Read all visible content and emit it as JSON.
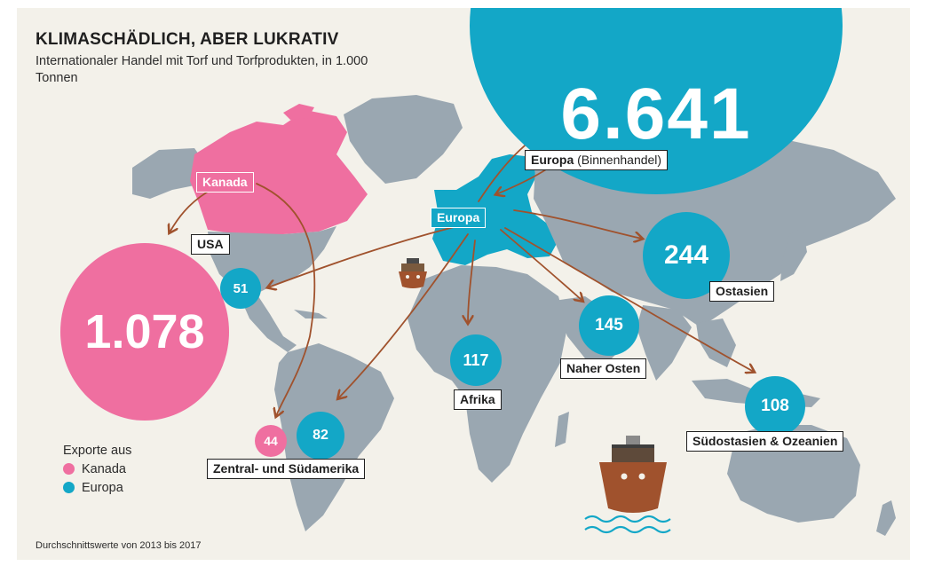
{
  "title": "KLIMASCHÄDLICH, ABER LUKRATIV",
  "subtitle": "Internationaler Handel mit Torf und Torfprodukten, in 1.000 Tonnen",
  "colors": {
    "kanada": "#ef6fa0",
    "europa": "#13a7c7",
    "land": "#9aa7b1",
    "arrow": "#a0522d",
    "background": "#f3f1ea"
  },
  "regions": {
    "kanada": "Kanada",
    "europa_src": "Europa",
    "europa_intra_name": "Europa",
    "europa_intra_note": "(Binnenhandel)",
    "usa": "USA",
    "zentral_sued": "Zentral- und Südamerika",
    "afrika": "Afrika",
    "naher_osten": "Naher Osten",
    "ostasien": "Ostasien",
    "suedostasien": "Südostasien & Ozeanien"
  },
  "values": {
    "europa_binnen": "6.641",
    "kanada_usa": "1.078",
    "europa_usa": "51",
    "kanada_suedamerika": "44",
    "europa_suedamerika": "82",
    "europa_afrika": "117",
    "europa_naher_osten": "145",
    "europa_ostasien": "244",
    "europa_suedostasien": "108"
  },
  "legend": {
    "title": "Exporte aus",
    "items": [
      "Kanada",
      "Europa"
    ]
  },
  "source": "Durchschnittswerte von 2013 bis 2017",
  "icons": [
    "ship-icon",
    "ship-icon",
    "waves-icon"
  ]
}
